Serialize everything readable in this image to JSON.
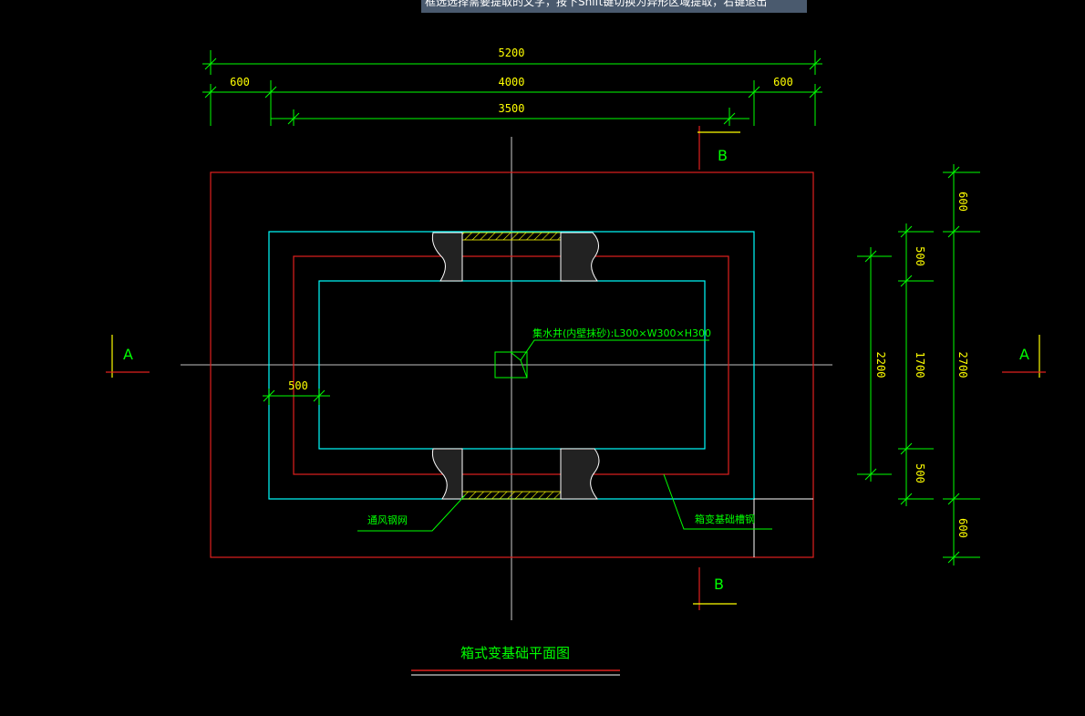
{
  "tooltip": "框选选择需要提取的文字，按下Shift键切换为异形区域提取，右键退出",
  "dims": {
    "top_total": "5200",
    "top_left": "600",
    "top_mid": "4000",
    "top_right": "600",
    "top_inner": "3500",
    "left_offset": "500",
    "right_a": "600",
    "right_b": "500",
    "right_c": "1700",
    "right_d": "500",
    "right_e": "600",
    "right_total": "2700",
    "right_inner": "2200"
  },
  "labels": {
    "sump": "集水井(内壁抹砂):L300×W300×H300",
    "vent": "通风钢网",
    "foundation_steel": "箱变基础槽钢",
    "title": "箱式变基础平面图"
  },
  "sections": {
    "a_left": "A",
    "a_right": "A",
    "b_top": "B",
    "b_bottom": "B"
  },
  "colors": {
    "red": "#e0201e",
    "cyan": "#00ffff",
    "green": "#00ff00",
    "yellow": "#ffff00",
    "white": "#ffffff"
  }
}
